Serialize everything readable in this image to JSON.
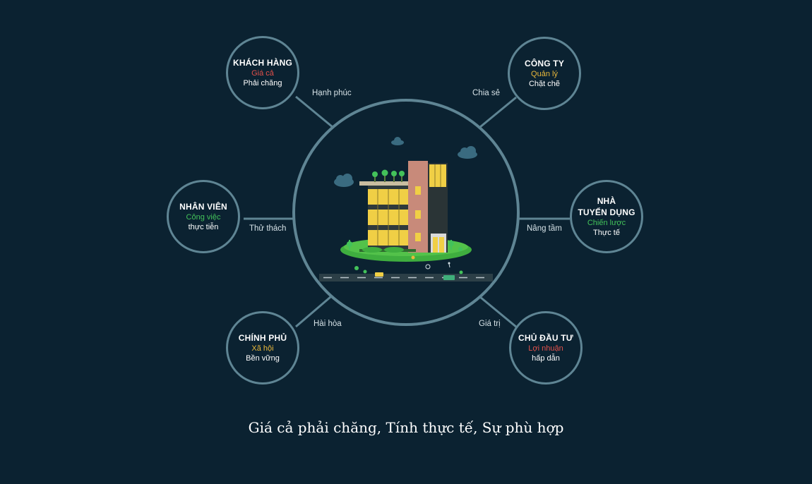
{
  "nodes": {
    "customer": {
      "title": "KHÁCH HÀNG",
      "line1": "Giá cả",
      "line2": "Phải chăng"
    },
    "company": {
      "title": "CÔNG TY",
      "line1": "Quản lý",
      "line2": "Chặt chẽ"
    },
    "employee": {
      "title": "NHÂN VIÊN",
      "line1": "Công việc",
      "line2": "thực tiễn"
    },
    "recruiter": {
      "title_line1": "NHÀ",
      "title_line2": "TUYỂN DỤNG",
      "line1": "Chiến lược",
      "line2": "Thực tế"
    },
    "government": {
      "title": "CHÍNH PHỦ",
      "line1": "Xã hội",
      "line2": "Bền vững"
    },
    "investor": {
      "title": "CHỦ ĐẦU TƯ",
      "line1": "Lợi nhuận",
      "line2": "hấp dẫn"
    }
  },
  "edges": {
    "customer": "Hạnh phúc",
    "company": "Chia sẻ",
    "employee": "Thử thách",
    "recruiter": "Nâng tầm",
    "government": "Hài hòa",
    "investor": "Giá trị"
  },
  "colors": {
    "background": "#0b2231",
    "ring": "#5f8594",
    "accent_red": "#e2504a",
    "accent_yellow": "#e9b83b",
    "accent_green": "#43c25a"
  },
  "tagline": "Giá cả phải chăng, Tính thực tế, Sự phù hợp"
}
